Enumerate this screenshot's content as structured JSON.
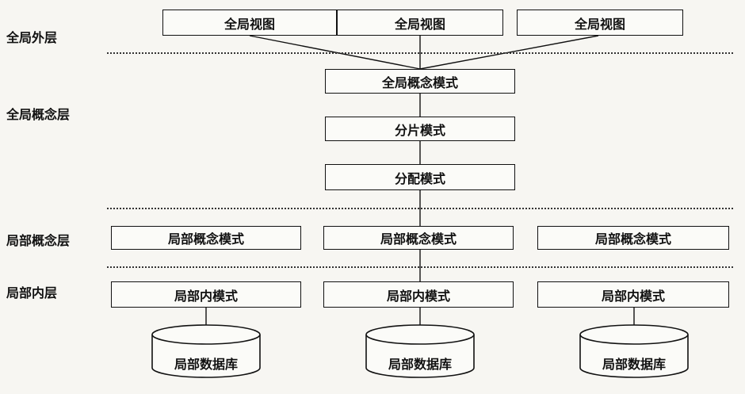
{
  "layers": {
    "external": "全局外层",
    "global_concept": "全局概念层",
    "local_concept": "局部概念层",
    "local_internal": "局部内层"
  },
  "global_views": [
    "全局视图",
    "全局视图",
    "全局视图"
  ],
  "global_concept_schema": "全局概念模式",
  "fragment_schema": "分片模式",
  "allocation_schema": "分配模式",
  "local_concept_schemas": [
    "局部概念模式",
    "局部概念模式",
    "局部概念模式"
  ],
  "local_internal_schemas": [
    "局部内模式",
    "局部内模式",
    "局部内模式"
  ],
  "local_databases": [
    "局部数据库",
    "局部数据库",
    "局部数据库"
  ]
}
